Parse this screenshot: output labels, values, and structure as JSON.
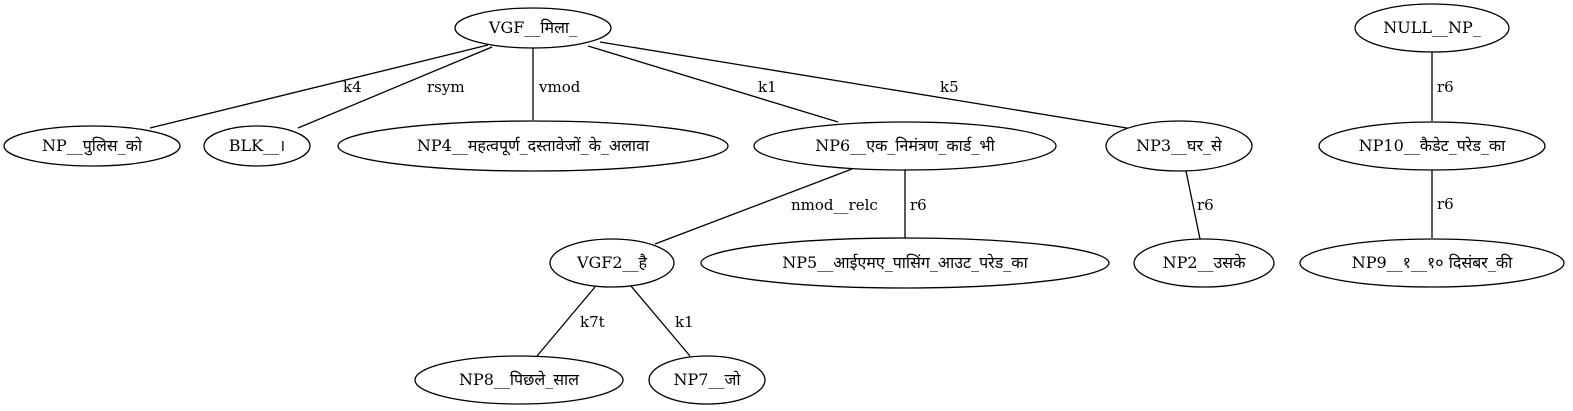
{
  "colors": {
    "stroke": "#000000",
    "background": "#ffffff",
    "text": "#000000"
  },
  "nodes": {
    "vgf": "VGF__मिला_",
    "np_police": "NP__पुलिस_को",
    "blk": "BLK__।",
    "np4": "NP4__महत्वपूर्ण_दस्तावेजों_के_अलावा",
    "np6": "NP6__एक_निमंत्रण_कार्ड_भी",
    "np3": "NP3__घर_से",
    "vgf2": "VGF2__है",
    "np5": "NP5__आईएमए_पासिंग_आउट_परेड_का",
    "np2": "NP2__उसके",
    "np8": "NP8__पिछले_साल",
    "np7": "NP7__जो",
    "null_np": "NULL__NP_",
    "np10": "NP10__कैडेट_परेड_का",
    "np9": "NP9__१__१० दिसंबर_की"
  },
  "edges": {
    "vgf_np_police": "k4",
    "vgf_blk": "rsym",
    "vgf_np4": "vmod",
    "vgf_np6": "k1",
    "vgf_np3": "k5",
    "np6_vgf2": "nmod__relc",
    "np6_np5": "r6",
    "np3_np2": "r6",
    "vgf2_np8": "k7t",
    "vgf2_np7": "k1",
    "null_np10": "r6",
    "np10_np9": "r6"
  }
}
